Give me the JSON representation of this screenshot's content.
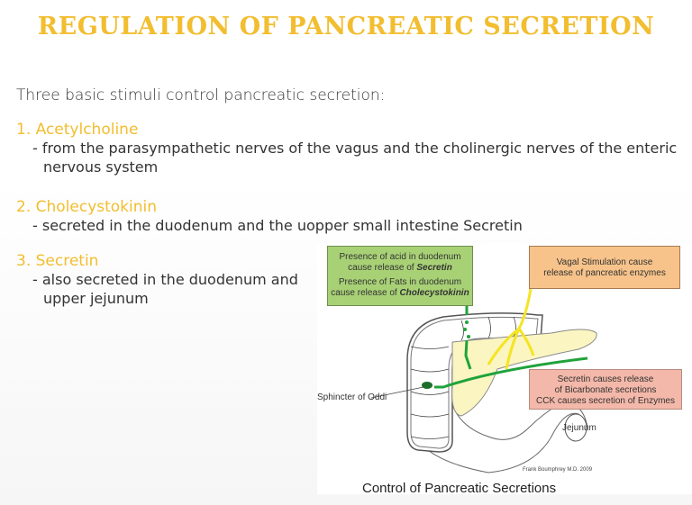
{
  "title": "REGULATION OF PANCREATIC SECRETION",
  "intro": "Three basic stimuli control pancreatic secretion:",
  "items": [
    {
      "heading": "1. Acetylcholine",
      "desc_line1": "- from the parasympathetic nerves of the vagus and the cholinergic nerves of the enteric",
      "desc_line2": "nervous system"
    },
    {
      "heading": "2. Cholecystokinin",
      "desc_line1": "- secreted in the duodenum and the uopper small intestine Secretin",
      "desc_line2": ""
    },
    {
      "heading": "3. Secretin",
      "desc_line1": "- also secreted in the duodenum and",
      "desc_line2": "upper jejunum"
    }
  ],
  "figure": {
    "green_box": {
      "line1": "Presence of acid in duodenum",
      "line2_prefix": "cause release of ",
      "line2_bold": "Secretin",
      "line3": "Presence of Fats in duodenum",
      "line4_prefix": "cause release of ",
      "line4_bold": "Cholecystokinin"
    },
    "orange_box": {
      "line1": "Vagal Stimulation cause",
      "line2": "release of pancreatic enzymes"
    },
    "pink_box": {
      "line1": "Secretin causes release",
      "line2": "of Bicarbonate secretions",
      "line3": "CCK causes secretion of Enzymes"
    },
    "label_sphincter": "Sphincter of Oddi",
    "label_jejunum": "Jejunum",
    "credit": "Frank Boumphrey M.D. 2009",
    "caption": "Control of Pancreatic Secretions",
    "colors": {
      "nerve_green": "#1fa33a",
      "nerve_yellow": "#f5e422",
      "pancreas": "#fbf5c2"
    }
  }
}
